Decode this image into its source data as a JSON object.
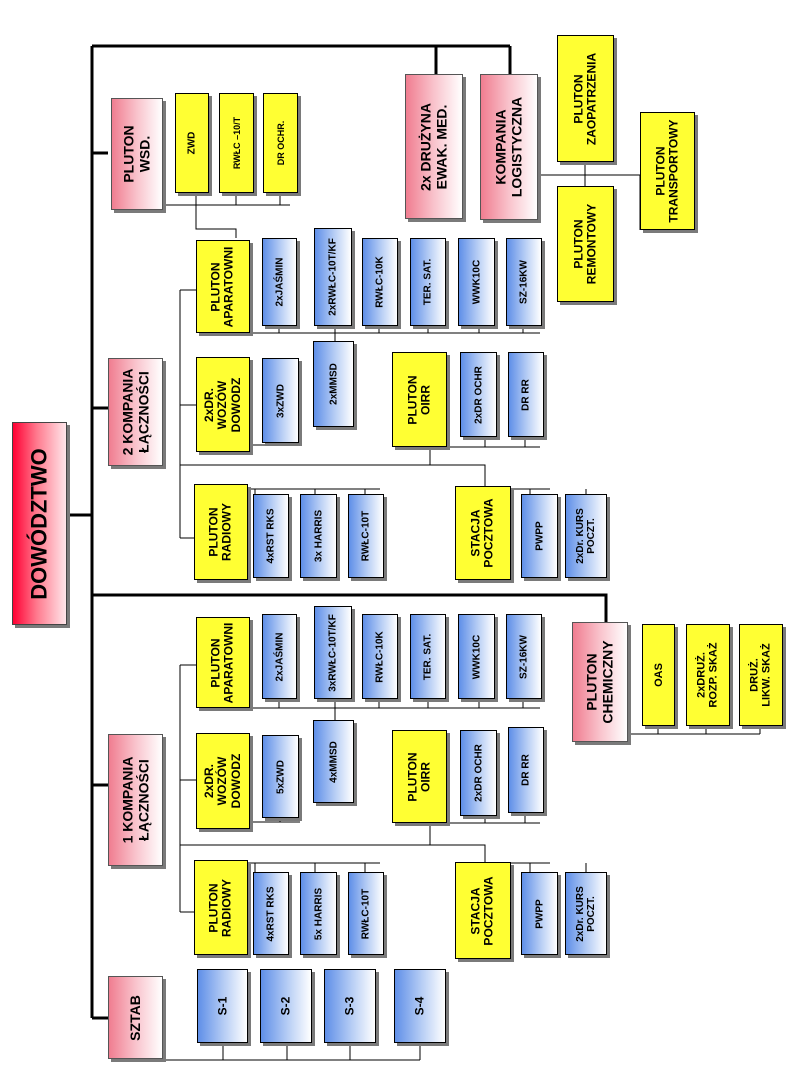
{
  "root": {
    "label": "DOWÓDZTWO"
  },
  "sztab": {
    "label": "SZTAB",
    "items": [
      "S-1",
      "S-2",
      "S-3",
      "S-4"
    ]
  },
  "kompania1": {
    "label": "1 KOMPANIA\nŁĄCZNOŚCI",
    "pluton_radiowy": {
      "label": "PLUTON\nRADIOWY",
      "items": [
        "4xRST RKS",
        "5x HARRIS",
        "RWŁC-10T"
      ]
    },
    "stacja_pocztowa": {
      "label": "STACJA\nPOCZTOWA",
      "items": [
        "PWPP",
        "2xDr. KURS\nPOCZT."
      ]
    },
    "wozow": {
      "label": "2xDR.\nWOZÓW\nDOWODZ",
      "items": [
        "5xZWD",
        "4xMMSD"
      ]
    },
    "pluton_oirr": {
      "label": "PLUTON\nOIRR",
      "items": [
        "2xDR OCHR",
        "DR RR"
      ]
    },
    "pluton_aparatowni": {
      "label": "PLUTON\nAPARATOWNI",
      "items": [
        "2xJAŚMIN",
        "3xRWŁC-10T/KF",
        "RWŁC-10K",
        "TER. SAT.",
        "WWK10C",
        "SZ-16KW"
      ]
    }
  },
  "kompania2": {
    "label": "2 KOMPANIA\nŁĄCZNOŚCI",
    "pluton_radiowy": {
      "label": "PLUTON\nRADIOWY",
      "items": [
        "4xRST RKS",
        "3x HARRIS",
        "RWŁC-10T"
      ]
    },
    "stacja_pocztowa": {
      "label": "STACJA\nPOCZTOWA",
      "items": [
        "PWPP",
        "2xDr. KURS\nPOCZT."
      ]
    },
    "wozow": {
      "label": "2xDR.\nWOZÓW\nDOWODZ",
      "items": [
        "3xZWD",
        "2xMMSD"
      ]
    },
    "pluton_oirr": {
      "label": "PLUTON\nOIRR",
      "items": [
        "2xDR OCHR",
        "DR RR"
      ]
    },
    "pluton_aparatowni": {
      "label": "PLUTON\nAPARATOWNI",
      "items": [
        "2xJAŚMIN",
        "2xRWŁC-10T/KF",
        "RWŁC-10K",
        "TER. SAT.",
        "WWK10C",
        "SZ-16KW"
      ]
    }
  },
  "pluton_chemiczny": {
    "label": "PLUTON\nCHEMICZNY",
    "items": [
      "OAS",
      "2xDRUŻ.\nROZP. SKAŻ",
      "DRUŻ.\nLIKW. SKAŻ"
    ]
  },
  "pluton_wsd": {
    "label": "PLUTON\nWSD.",
    "items": [
      "ZWD",
      "RWŁC –10/T",
      "DR OCHR."
    ]
  },
  "druzyna_ewak": {
    "label": "2x DRUŻYNA\nEWAK. MED."
  },
  "kompania_logistyczna": {
    "label": "KOMPANIA\nLOGISTYCZNA"
  },
  "logistics_units": {
    "zaopatrzenia": "PLUTON\nZAOPATRZENIA",
    "remontowy": "PLUTON\nREMONTOWY",
    "transportowy": "PLUTON\nTRANSPORTOWY"
  }
}
